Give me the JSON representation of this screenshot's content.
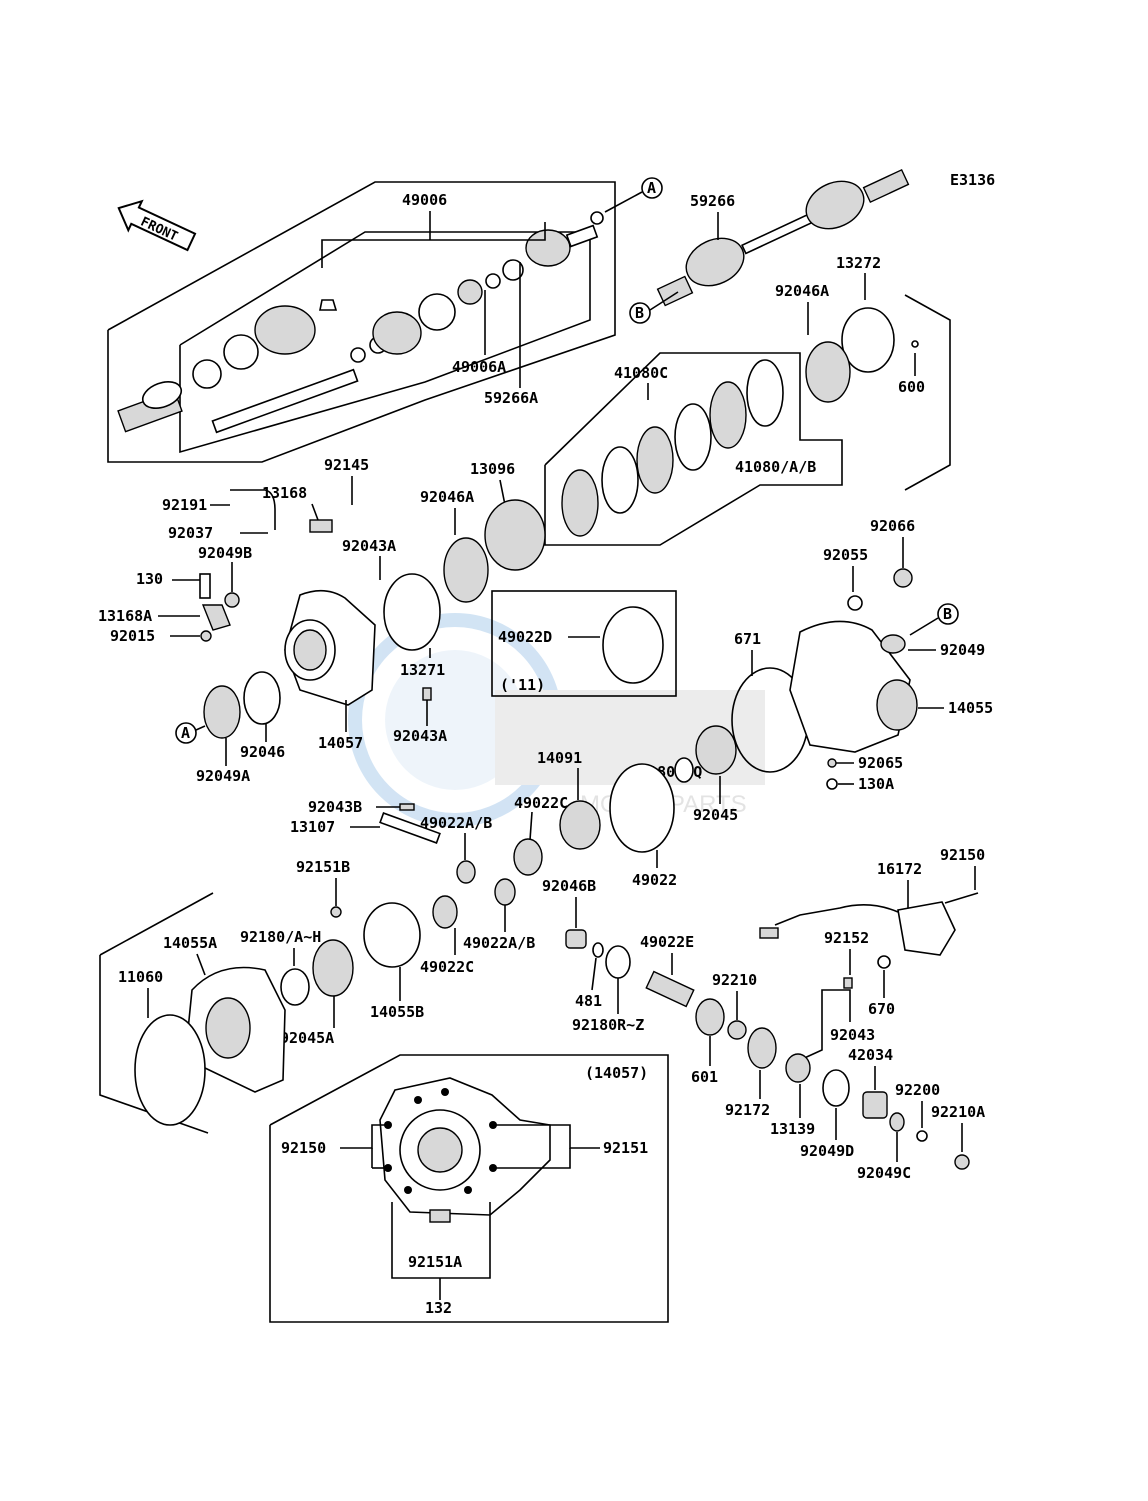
{
  "diagram_code": "E3136",
  "front_label": "FRONT",
  "callouts": {
    "A": "A",
    "B": "B"
  },
  "inset_year_label": "('11)",
  "inset_main_label": "(14057)",
  "watermark_text": "MOTORPARTS",
  "labels": {
    "p49006": "49006",
    "p49006A": "49006A",
    "p59266A": "59266A",
    "p59266": "59266",
    "p13272": "13272",
    "p92046A_1": "92046A",
    "p600": "600",
    "p41080C": "41080C",
    "p41080AB": "41080/A/B",
    "p92145": "92145",
    "p92191": "92191",
    "p13168": "13168",
    "p13096": "13096",
    "p92046A_2": "92046A",
    "p92037": "92037",
    "p92043A_1": "92043A",
    "p92049B": "92049B",
    "p130": "130",
    "p13168A": "13168A",
    "p92015": "92015",
    "p49022D": "49022D",
    "p92066": "92066",
    "p92055": "92055",
    "p671": "671",
    "p92049": "92049",
    "p14055": "14055",
    "p13271": "13271",
    "p14057": "14057",
    "p92043A_2": "92043A",
    "p92046": "92046",
    "p92049A": "92049A",
    "p92180IQ": "92180I~Q",
    "p92065": "92065",
    "p130A": "130A",
    "p14091": "14091",
    "p92045": "92045",
    "p92043B": "92043B",
    "p49022C_1": "49022C",
    "p13107": "13107",
    "p49022AB_1": "49022A/B",
    "p49022": "49022",
    "p92151B": "92151B",
    "p92046B": "92046B",
    "p16172": "16172",
    "p92150_1": "92150",
    "p92180AH": "92180/A~H",
    "p49022C_2": "49022C",
    "p49022AB_2": "49022A/B",
    "p49022E": "49022E",
    "p14055A": "14055A",
    "p11060": "11060",
    "p92152": "92152",
    "p92210": "92210",
    "p481": "481",
    "p92180RZ": "92180R~Z",
    "p670": "670",
    "p92045A": "92045A",
    "p14055B": "14055B",
    "p92043": "92043",
    "p42034": "42034",
    "p601": "601",
    "p92200": "92200",
    "p92210A": "92210A",
    "p92172": "92172",
    "p13139": "13139",
    "p92049D": "92049D",
    "p92049C": "92049C",
    "p92150_2": "92150",
    "p92151": "92151",
    "p92151A": "92151A",
    "p132": "132"
  }
}
